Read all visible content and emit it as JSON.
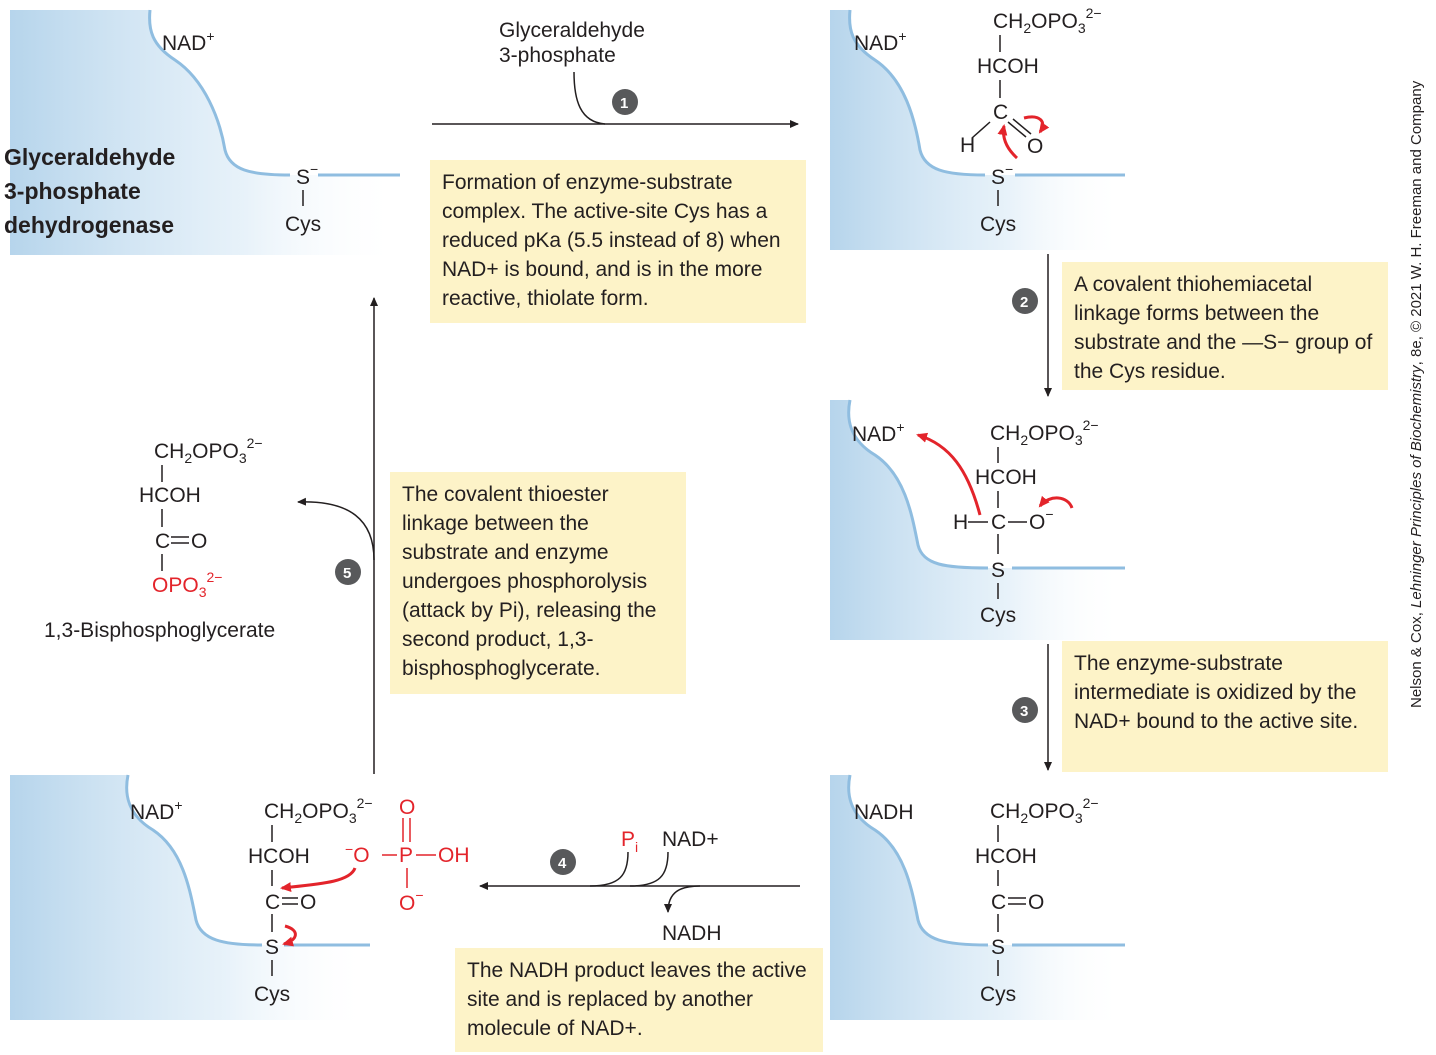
{
  "title": [
    "Glyceraldehyde",
    "3-phosphate",
    "dehydrogenase"
  ],
  "credit": {
    "prefix": "Nelson & Cox, ",
    "book": "Lehninger Principles of Biochemistry",
    "suffix": ", 8e, © 2021 W. H. Freeman and Company"
  },
  "colors": {
    "enzyme_blue": "#a9cde8",
    "surface_line": "#8fbde0",
    "note_bg": "#fdf3c8",
    "red": "#e3242b",
    "step_gray": "#58595b"
  },
  "steps": [
    {
      "number": "1",
      "text": "Formation of enzyme-substrate complex. The active-site Cys has a reduced pKa (5.5 instead of 8) when NAD+ is bound, and is in the more reactive, thiolate form."
    },
    {
      "number": "2",
      "text": "A covalent thiohemiacetal linkage forms between the substrate and the —S− group of the Cys residue."
    },
    {
      "number": "3",
      "text": "The enzyme-substrate intermediate is oxidized by the NAD+ bound to the active site."
    },
    {
      "number": "4",
      "text": "The NADH product leaves the active site and is replaced by another molecule of NAD+."
    },
    {
      "number": "5",
      "text": "The covalent thioester linkage between the substrate and enzyme undergoes phosphorolysis (attack by Pi), releasing the second product, 1,3-bisphosphoglycerate."
    }
  ],
  "reagents": {
    "substrate_line1": "Glyceraldehyde",
    "substrate_line2": "3-phosphate",
    "pi": "P",
    "pi_sub": "i",
    "nad_in": "NAD+",
    "nadh_out": "NADH"
  },
  "labels": {
    "nad_plus": "NAD",
    "nadh": "NADH",
    "cys": "Cys",
    "product": "1,3-Bisphosphoglycerate"
  }
}
